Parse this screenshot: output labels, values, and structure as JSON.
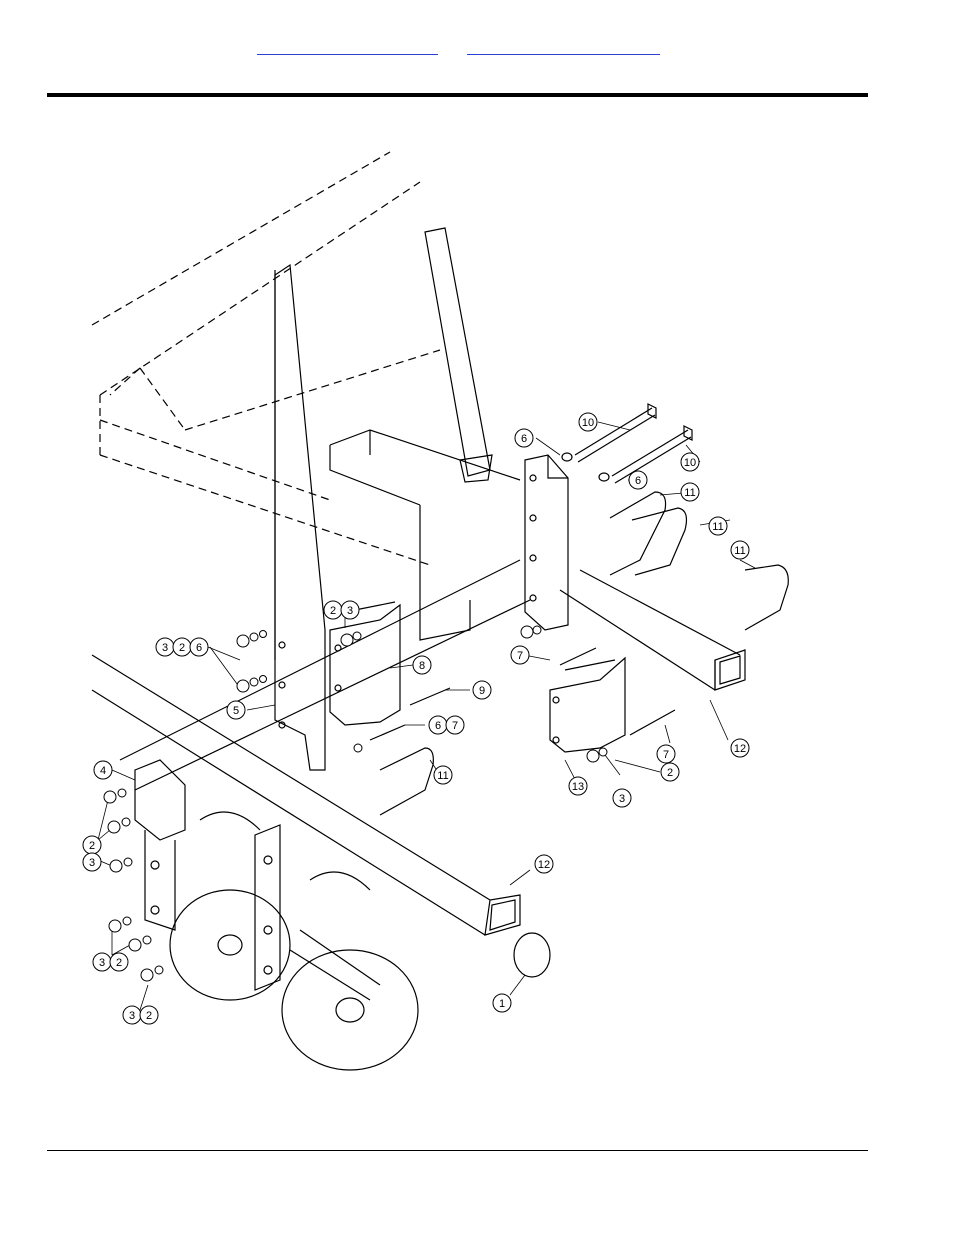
{
  "header": {
    "link_1": "",
    "link_2": ""
  },
  "callouts": [
    "1",
    "2",
    "3",
    "4",
    "5",
    "6",
    "7",
    "8",
    "9",
    "10",
    "11",
    "12",
    "13"
  ],
  "colors": {
    "link": "#2b3fd6",
    "line": "#000000"
  }
}
